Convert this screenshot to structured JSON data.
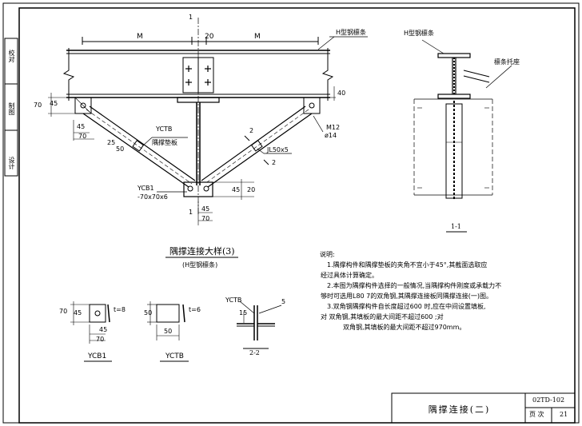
{
  "side_labels": [
    "校对",
    "制图",
    "设计"
  ],
  "main_detail": {
    "section_mark_top": "1",
    "section_mark_bottom": "1",
    "dim_M_left": "M",
    "dim_20": "20",
    "dim_M_right": "M",
    "h_steel_label": "H型钢檩条",
    "dim_70": "70",
    "dim_45": "45",
    "dim_40": "40",
    "dim_45_left": "45",
    "dim_70_left": "70",
    "yctb_label": "YCTB",
    "gusset_label": "隅撑垫板",
    "dim_25": "25",
    "dim_50": "50",
    "section_2_a": "2",
    "section_2_b": "2",
    "bolt_label": "M12",
    "bolt_dia": "ø14",
    "angle_label": "JL50x5",
    "ycb1_label": "YCB1",
    "ycb1_spec": "-70x70x6",
    "dim_45_bottom": "45",
    "dim_20_bottom": "20",
    "dim_45_b2": "45",
    "dim_70_b2": "70",
    "title": "隅撑连接大样(3)",
    "subtitle": "(H型钢檩条)"
  },
  "section_1_1": {
    "h_label": "H型钢檩条",
    "bracket_label": "檩条托座",
    "caption": "1-1"
  },
  "plates": {
    "ycb1": {
      "name": "YCB1",
      "dim_70": "70",
      "dim_45": "45",
      "dim_45b": "45",
      "dim_70b": "70",
      "t": "t=8"
    },
    "yctb": {
      "name": "YCTB",
      "dim_50v": "50",
      "dim_50h": "50",
      "t": "t=6"
    },
    "sec22": {
      "name": "2-2",
      "yctb": "YCTB",
      "dim_15": "15",
      "dim_5": "5"
    }
  },
  "notes": {
    "heading": "说明:",
    "lines": [
      "1.隅撑构件和隅撑垫板的夹角不宜小于45°,其截面选取应",
      "经过具体计算确定。",
      "2.本图为隅撑构件选择的一般情况,当隅撑构件刚度或承载力不",
      "够时可选用L80 7的双角钢,其隅撑连接板同隅撑连接(一)图。",
      "3.双角钢隅撑构件自长度超过600   时,应在中间设置填板,",
      "对       双角钢,其填板的最大间距不超过600   ;对",
      "双角钢,其填板的最大间距不超过970mm。"
    ]
  },
  "title_block": {
    "drawing_title": "隅撑连接(二)",
    "atlas_no": "02TD-102",
    "page_label": "页 次",
    "page_no": "21"
  }
}
